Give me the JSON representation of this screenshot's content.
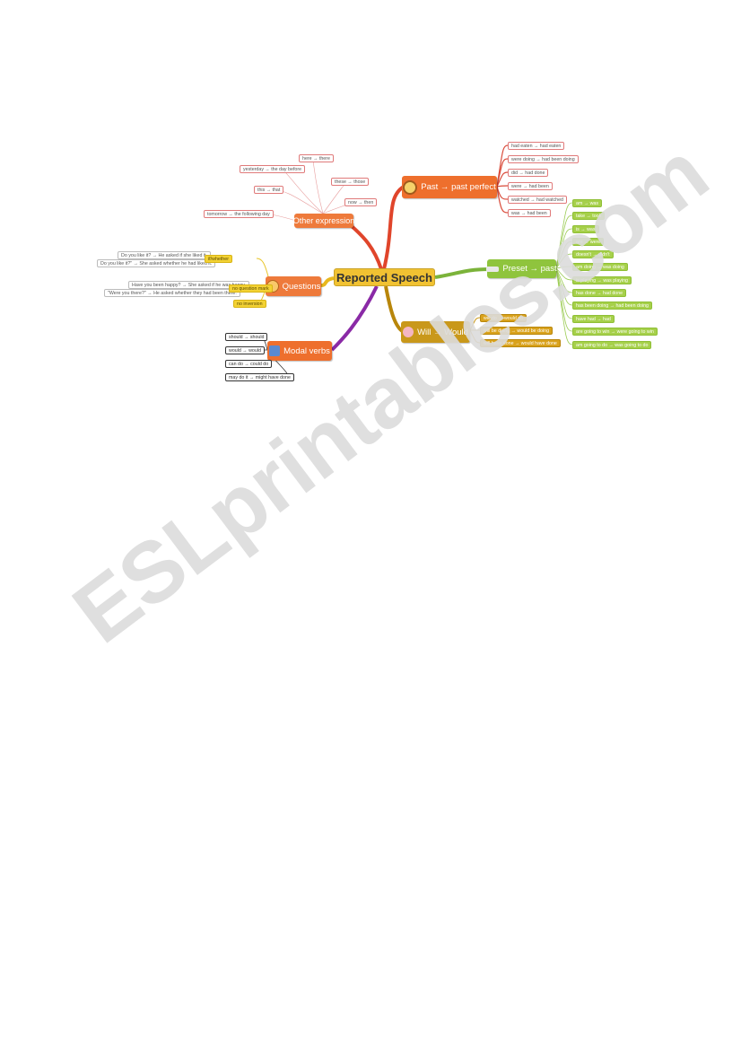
{
  "watermark": "ESLprintables.com",
  "center": "Reported Speech",
  "branches": {
    "past": "Past → past perfect",
    "present": "Preset → past",
    "will": "Will → Would",
    "other": "Other expression",
    "questions": "Questions",
    "modal": "Modal verbs"
  },
  "past_leaves": [
    "had eaten → had eaten",
    "were doing → had been doing",
    "did → had done",
    "were → had been",
    "watched → had watched",
    "was → had been"
  ],
  "present_leaves": [
    "am → was",
    "take → took",
    "is → was",
    "are → were",
    "doesn't → didn't",
    "am doing → was doing",
    "is playing → was playing",
    "has done → had done",
    "has been doing → had been doing",
    "have had → had",
    "are going to win → were going to win",
    "am going to do → was going to do"
  ],
  "will_leaves": [
    "will do → would do",
    "will be doing → would be doing",
    "will have done → would have done"
  ],
  "other_leaves": [
    "here → there",
    "yesterday → the day before",
    "these → those",
    "this → that",
    "now → then",
    "tomorrow → the following day"
  ],
  "question_leaves": [
    "Do you like it?",
    "→ He asked if she liked it.",
    "Do you like it?\" → She asked whether he had liked it.",
    "Have you been happy?",
    "→ She asked if he was happy.",
    "\"Were you there?\" → He asked whether they had been there.",
    "if/whether",
    "no question mark",
    "no inversion"
  ],
  "modal_leaves": [
    "should → should",
    "would → would",
    "can do → could do",
    "may do it → might have done"
  ],
  "colors": {
    "past": "#ee6f2d",
    "present": "#8fc43d",
    "will": "#c9981a",
    "other": "#ee7a3b",
    "questions": "#ee7a3b",
    "modal": "#ee6f2d",
    "center": "#f1c232"
  },
  "icons": {
    "past": "clock-icon",
    "present": "airplane-icon",
    "will": "flower-icon",
    "questions": "bear-icon",
    "modal": "cone-icon"
  }
}
